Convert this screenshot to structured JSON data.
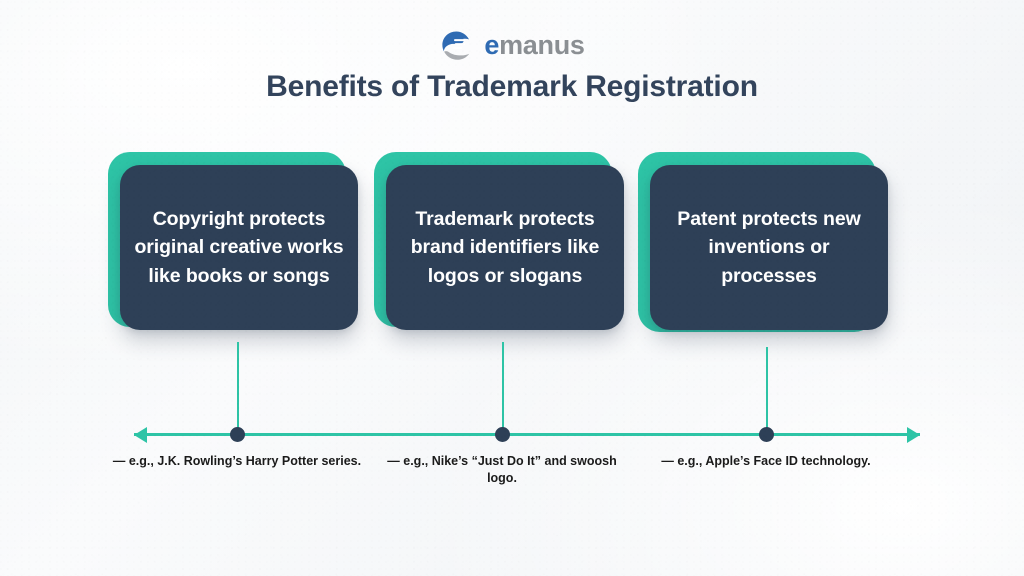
{
  "brand": {
    "logo_icon": "emanus-e-swoosh-icon",
    "name_first": "e",
    "name_rest": "manus",
    "blue": "#2f6bb3",
    "grey": "#8b8f93"
  },
  "header": {
    "title": "Benefits of Trademark Registration"
  },
  "theme": {
    "navy": "#2e4057",
    "teal": "#2ec4a6",
    "background": "#f4f6f8",
    "card_text": "#ffffff",
    "caption_text": "#1b1b1b",
    "title_text": "#33445c"
  },
  "cards": [
    {
      "id": "copyright",
      "text": "Copyright protects original creative works like books or songs"
    },
    {
      "id": "trademark",
      "text": "Trademark protects brand identifiers like logos or slogans"
    },
    {
      "id": "patent",
      "text": "Patent protects new inventions or processes"
    }
  ],
  "captions": [
    {
      "id": "copyright-example",
      "text": "— e.g., J.K. Rowling’s Harry Potter series."
    },
    {
      "id": "trademark-example",
      "text": "— e.g., Nike’s “Just Do It” and swoosh logo."
    },
    {
      "id": "patent-example",
      "text": "— e.g., Apple’s Face ID technology."
    }
  ],
  "timeline": {
    "left_arrow": "arrow-left",
    "right_arrow": "arrow-right",
    "node_count": 3
  }
}
